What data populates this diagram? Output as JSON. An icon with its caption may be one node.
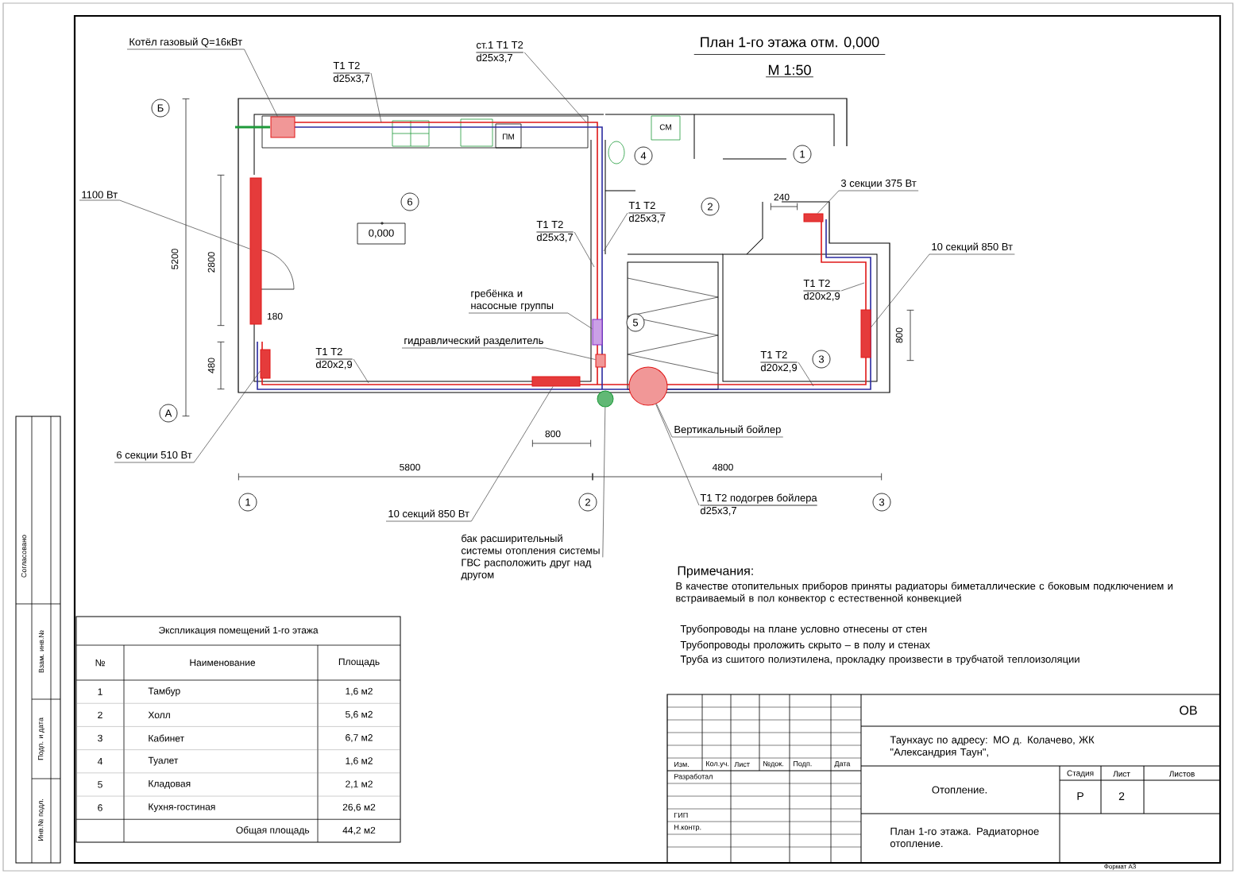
{
  "diagram": {
    "title": "План 1-го этажа отм. 0,000",
    "nodes": [
      {
        "text": [
          "Котёл газовый Q=16кВт"
        ]
      },
      {
        "text": [],
        "shape": "box"
      },
      {
        "text": [
          "T1 T2",
          "d25x3,7"
        ]
      },
      {
        "text": [
          "ст.1 T1 T2",
          "d25x3,7"
        ]
      },
      {
        "text": [
          "1100 Вт"
        ]
      },
      {
        "text": [],
        "shape": "bar"
      },
      {
        "text": [
          "T1 T2",
          "d25x3,7"
        ]
      },
      {
        "text": [
          "T1 T2",
          "d25x3,7"
        ]
      },
      {
        "text": [
          "гребёнка и насосные группы"
        ]
      },
      {
        "text": [],
        "shape": "box"
      },
      {
        "text": [
          "гидравлический разделитель"
        ]
      },
      {
        "text": [],
        "shape": "box"
      },
      {
        "text": [
          "T1 T2",
          "d20x2,9"
        ]
      },
      {
        "text": [
          "6 секции 510 Вт"
        ]
      },
      {
        "text": [],
        "shape": "bar"
      },
      {
        "text": [
          "10 секций 850 Вт"
        ]
      },
      {
        "text": [],
        "shape": "bar"
      },
      {
        "text": [],
        "shape": "circle"
      },
      {
        "text": [
          "бак расширительный системы отопления системы ГВС расположить друг над другом"
        ]
      },
      {
        "text": [],
        "shape": "circle"
      },
      {
        "text": [
          "Вертикальный бойлер"
        ]
      },
      {
        "text": [
          "T1 T2 подогрев бойлера",
          "d25x3,7"
        ]
      },
      {
        "text": [
          "3 секции 375 Вт"
        ]
      },
      {
        "text": [],
        "shape": "bar"
      },
      {
        "text": [
          "10 секций 850 Вт"
        ]
      },
      {
        "text": [],
        "shape": "bar"
      },
      {
        "text": [
          "T1 T2",
          "d20x2,9"
        ]
      },
      {
        "text": [
          "T1 T2",
          "d20x2,9"
        ]
      }
    ],
    "edges": [
      {
        "from": 0,
        "to": 1,
        "arrow": "none"
      },
      {
        "from": 2,
        "to": null,
        "arrow": "none"
      },
      {
        "from": 3,
        "to": null,
        "arrow": "none"
      },
      {
        "from": 4,
        "to": 5,
        "arrow": "none"
      },
      {
        "from": 6,
        "to": null,
        "arrow": "none"
      },
      {
        "from": 7,
        "to": null,
        "arrow": "none"
      },
      {
        "from": 8,
        "to": 9,
        "arrow": "none"
      },
      {
        "from": 10,
        "to": 11,
        "arrow": "none"
      },
      {
        "from": 12,
        "to": null,
        "arrow": "none"
      },
      {
        "from": 13,
        "to": 14,
        "arrow": "none"
      },
      {
        "from": 15,
        "to": 16,
        "arrow": "none"
      },
      {
        "from": 18,
        "to": 17,
        "arrow": "none"
      },
      {
        "from": 20,
        "to": 19,
        "arrow": "none"
      },
      {
        "from": 21,
        "to": 19,
        "arrow": "none"
      },
      {
        "from": 22,
        "to": 23,
        "arrow": "none"
      },
      {
        "from": 24,
        "to": 25,
        "arrow": "none"
      },
      {
        "from": 26,
        "to": null,
        "arrow": "none"
      },
      {
        "from": 27,
        "to": null,
        "arrow": "none"
      }
    ],
    "labels": [
      "М 1:50",
      "ПМ",
      "СМ",
      "Б",
      "4",
      "1",
      "240",
      "6",
      "2",
      "0,000",
      "5200",
      "2800",
      "180",
      "5",
      "800",
      "3",
      "480",
      "А",
      "800",
      "5800",
      "4800",
      "1",
      "2",
      "3",
      "Согласовано",
      "Взам. инв.№",
      "Подп. и дата",
      "Инв.№ подл.",
      "Примечания:",
      "В качестве отопительных приборов приняты радиаторы биметаллические с боковым подключением и встраиваемый в пол конвектор с естественной конвекцией",
      "Трубопроводы на плане условно отнесены от стен",
      "Трубопроводы проложить скрыто – в полу и стенах",
      "Труба из сшитого полиэтилена, прокладку произвести в трубчатой теплоизоляции",
      "Экспликация помещений 1-го этажа",
      "№",
      "Наименование",
      "Площадь",
      "1",
      "Тамбур",
      "1,6 м2",
      "2",
      "Холл",
      "5,6 м2",
      "3",
      "Кабинет",
      "6,7 м2",
      "4",
      "Туалет",
      "1,6 м2",
      "5",
      "Кладовая",
      "2,1 м2",
      "6",
      "Кухня-гостиная",
      "26,6 м2",
      "Общая площадь",
      "44,2 м2",
      "ОВ",
      "Таунхаус по адресу: МО д. Колачево, ЖК \"Александрия Таун\",",
      "Изм.",
      "Кол.уч.",
      "Лист",
      "№док.",
      "Подп.",
      "Дата",
      "Разработал",
      "ГИП",
      "Н.контр.",
      "Отопление.",
      "Стадия",
      "Лист",
      "Листов",
      "Р",
      "2",
      "План 1-го этажа. Радиаторное отопление.",
      "Формат А3"
    ]
  }
}
